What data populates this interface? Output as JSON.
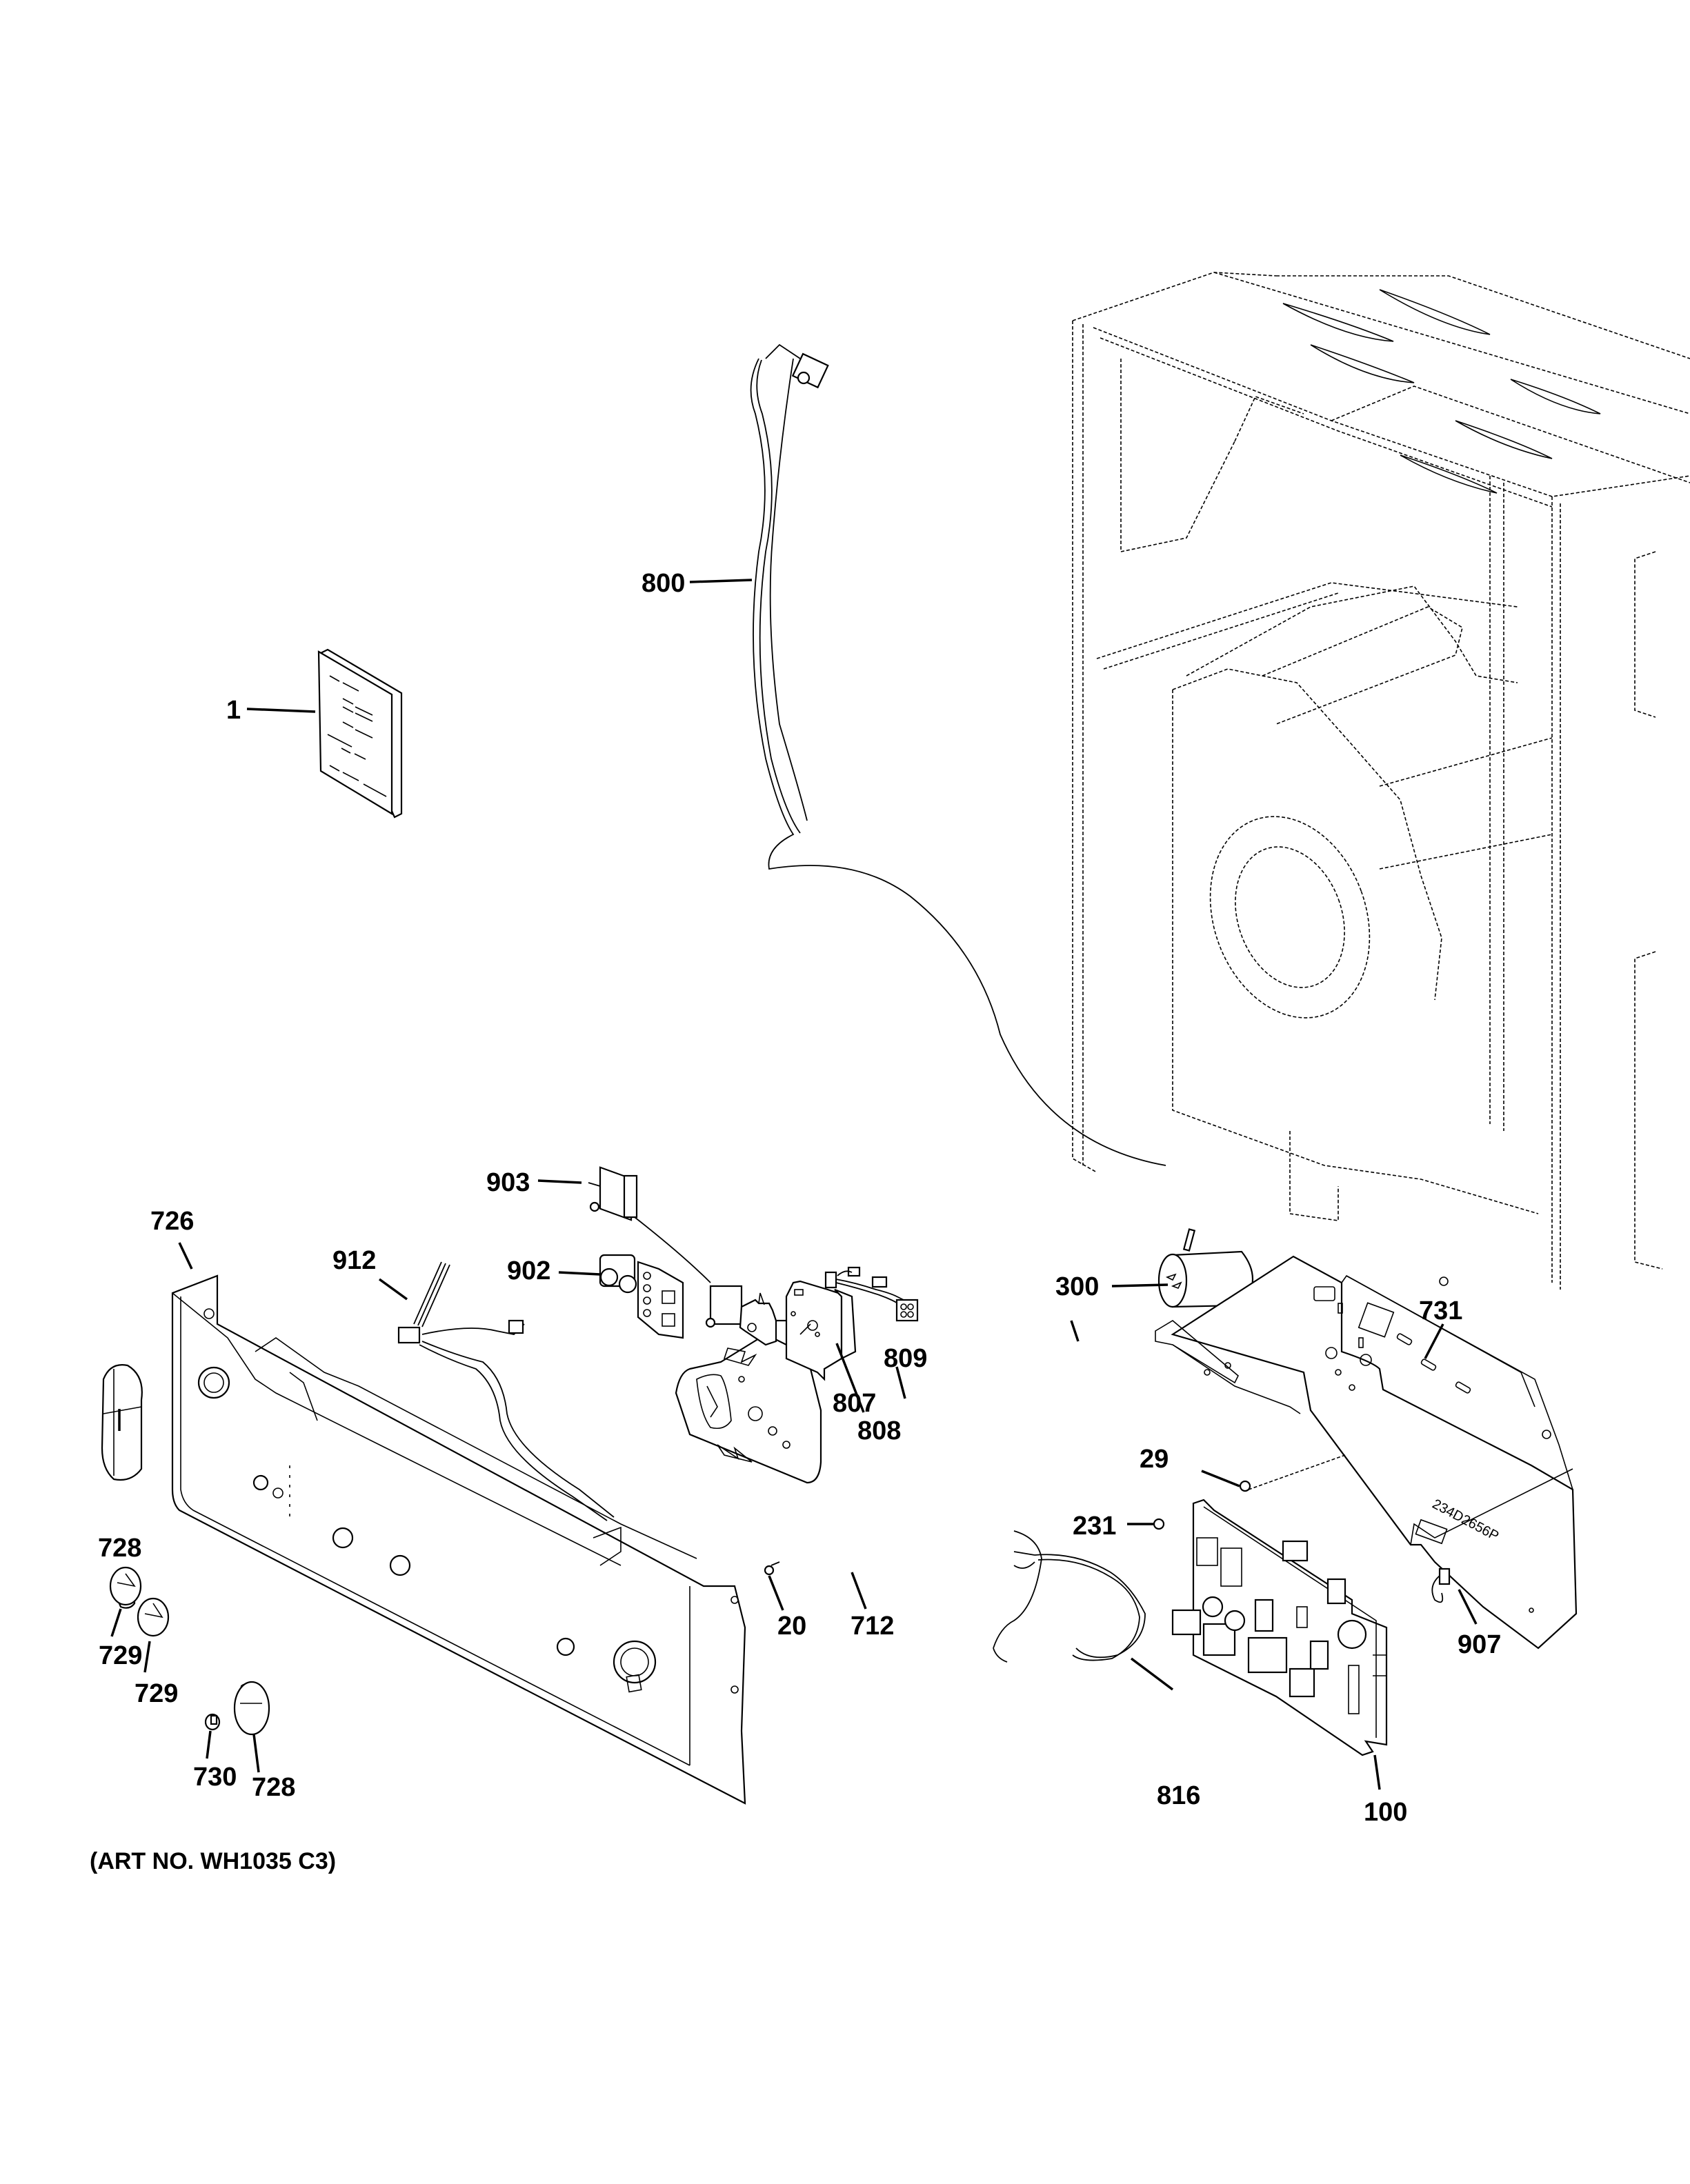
{
  "diagram": {
    "title": "Control Panel & Electrical Components Exploded View",
    "art_number": "(ART NO. WH1035 C3)",
    "part_code_stamp": "234D2656P",
    "callouts": [
      {
        "id": "c-1",
        "label": "1",
        "part": "owners-manual"
      },
      {
        "id": "c-800",
        "label": "800",
        "part": "wire-harness-door-switch"
      },
      {
        "id": "c-903",
        "label": "903",
        "part": "rotary-switch"
      },
      {
        "id": "c-902",
        "label": "902",
        "part": "switch-assembly"
      },
      {
        "id": "c-726",
        "label": "726",
        "part": "control-panel-backsplash"
      },
      {
        "id": "c-912",
        "label": "912",
        "part": "wire-harness-panel"
      },
      {
        "id": "c-728a",
        "label": "728",
        "part": "knob-large-left"
      },
      {
        "id": "c-729a",
        "label": "729",
        "part": "knob-small-1"
      },
      {
        "id": "c-729b",
        "label": "729",
        "part": "knob-small-2"
      },
      {
        "id": "c-730",
        "label": "730",
        "part": "push-button"
      },
      {
        "id": "c-728b",
        "label": "728",
        "part": "knob-large-right"
      },
      {
        "id": "c-20",
        "label": "20",
        "part": "screw"
      },
      {
        "id": "c-712",
        "label": "712",
        "part": "timer-bracket"
      },
      {
        "id": "c-808",
        "label": "808",
        "part": "switch-start"
      },
      {
        "id": "c-807",
        "label": "807",
        "part": "timer"
      },
      {
        "id": "c-809",
        "label": "809",
        "part": "jumper-harness"
      },
      {
        "id": "c-300",
        "label": "300",
        "part": "capacitor"
      },
      {
        "id": "c-731",
        "label": "731",
        "part": "control-board-bracket"
      },
      {
        "id": "c-29",
        "label": "29",
        "part": "screw-bracket"
      },
      {
        "id": "c-231",
        "label": "231",
        "part": "screw-board"
      },
      {
        "id": "c-100",
        "label": "100",
        "part": "main-control-board"
      },
      {
        "id": "c-907",
        "label": "907",
        "part": "thermistor-connector"
      },
      {
        "id": "c-816",
        "label": "816",
        "part": "wire-harness-board"
      }
    ]
  }
}
